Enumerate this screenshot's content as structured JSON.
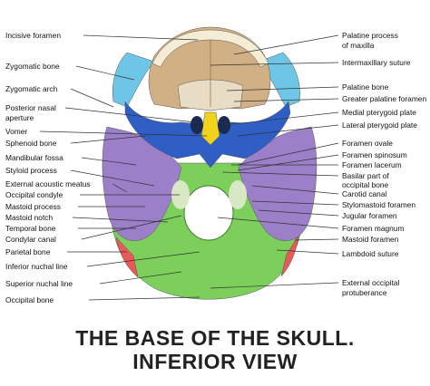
{
  "colors": {
    "occipital": "#7dcf5c",
    "temporal": "#9b7fc9",
    "parietal": "#e85a5a",
    "zygomatic": "#6ec6e6",
    "maxilla": "#d2b085",
    "sphenoid": "#2f5fc4",
    "vomer": "#f2d21b",
    "palatine": "#e8dcc4",
    "teeth": "#f5ecd6"
  },
  "labels": {
    "left": [
      "Incisive foramen",
      "Zygomatic bone",
      "Zygomatic arch",
      "Posterior nasal",
      "aperture",
      "Vomer",
      "Sphenoid bone",
      "Mandibular fossa",
      "Styloid process",
      "External acoustic meatus",
      "Occipital condyle",
      "Mastoid process",
      "Mastoid notch",
      "Temporal bone",
      "Condylar canal",
      "Parietal bone",
      "Inferior nuchal line",
      "Superior nuchal line",
      "Occipital bone"
    ],
    "right": [
      "Palatine process",
      "of maxilla",
      "Intermaxillary suture",
      "Palatine bone",
      "Greater palatine foramen",
      "Medial pterygoid plate",
      "Lateral pterygoid plate",
      "Foramen ovale",
      "Foramen spinosum",
      "Foramen lacerum",
      "Basilar part of",
      "occipital bone",
      "Carotid canal",
      "Stylomastoid foramen",
      "Jugular foramen",
      "Foramen magnum",
      "Mastoid foramen",
      "Lambdoid suture",
      "External occipital",
      "protuberance"
    ]
  },
  "title": {
    "line1": "THE BASE OF THE SKULL.",
    "line2": "INFERIOR VIEW"
  }
}
